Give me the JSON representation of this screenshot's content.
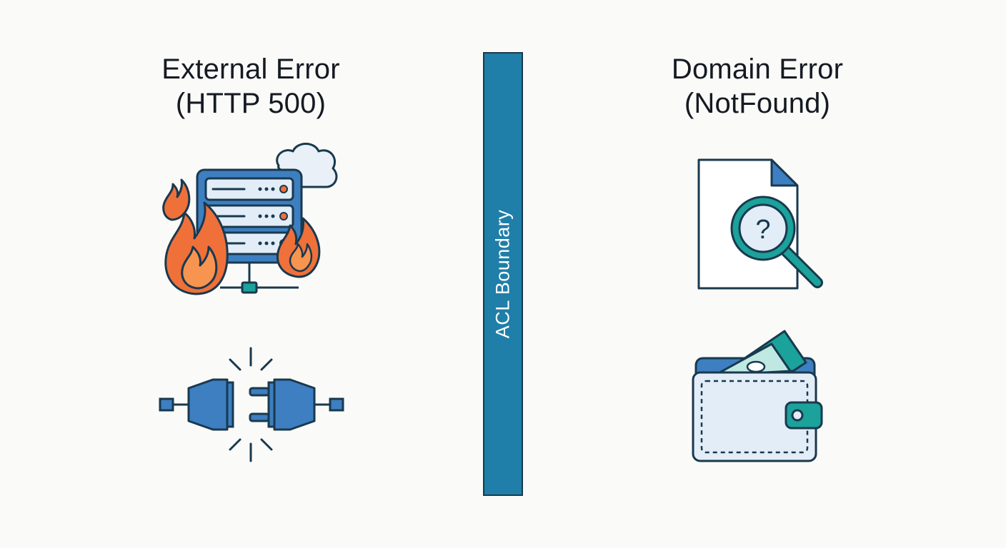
{
  "left": {
    "title_line1": "External Error",
    "title_line2": "(HTTP 500)",
    "icons": [
      "server-fire-icon",
      "unplugged-connector-icon"
    ]
  },
  "divider": {
    "label": "ACL Boundary"
  },
  "right": {
    "title_line1": "Domain Error",
    "title_line2": "(NotFound)",
    "icons": [
      "document-search-icon",
      "wallet-icon"
    ]
  },
  "colors": {
    "background": "#fafaf8",
    "boundary": "#1f7fa8",
    "outline": "#19394e",
    "blue": "#3d7fc1",
    "teal": "#1ba29a",
    "fire": "#f0703a",
    "light_fill": "#e3edf7"
  }
}
